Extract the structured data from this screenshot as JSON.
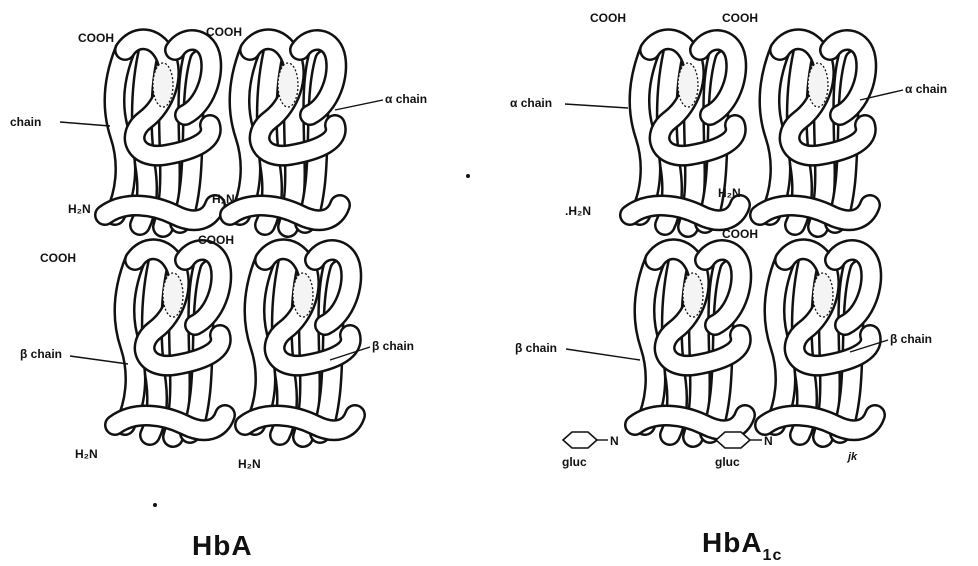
{
  "panels": [
    {
      "id": "hba",
      "title": "HbA",
      "labels": {
        "cooh_top_left": "COOH",
        "cooh_top_right": "COOH",
        "cooh_mid_left": "COOH",
        "cooh_mid_right": "COOH",
        "alpha_left": "chain",
        "alpha_right": "α chain",
        "beta_left": "β chain",
        "beta_right": "β chain",
        "h2n_upper_left": "H₂N",
        "h2n_upper_right": "H₂N",
        "h2n_lower_left": "H₂N",
        "h2n_lower_right": "H₂N"
      }
    },
    {
      "id": "hba1c",
      "title": "HbA",
      "title_subscript": "1c",
      "labels": {
        "cooh_top_left": "COOH",
        "cooh_top_right": "COOH",
        "cooh_mid": "COOH",
        "alpha_left": "α chain",
        "alpha_right": "α chain",
        "beta_left": "β chain",
        "beta_right": "β chain",
        "h2n_upper_left": ".H₂N",
        "h2n_upper_right": "H₂N",
        "n_left": "N",
        "n_right": "N",
        "gluc_left": "gluc",
        "gluc_right": "gluc",
        "initials": "jk"
      }
    }
  ]
}
